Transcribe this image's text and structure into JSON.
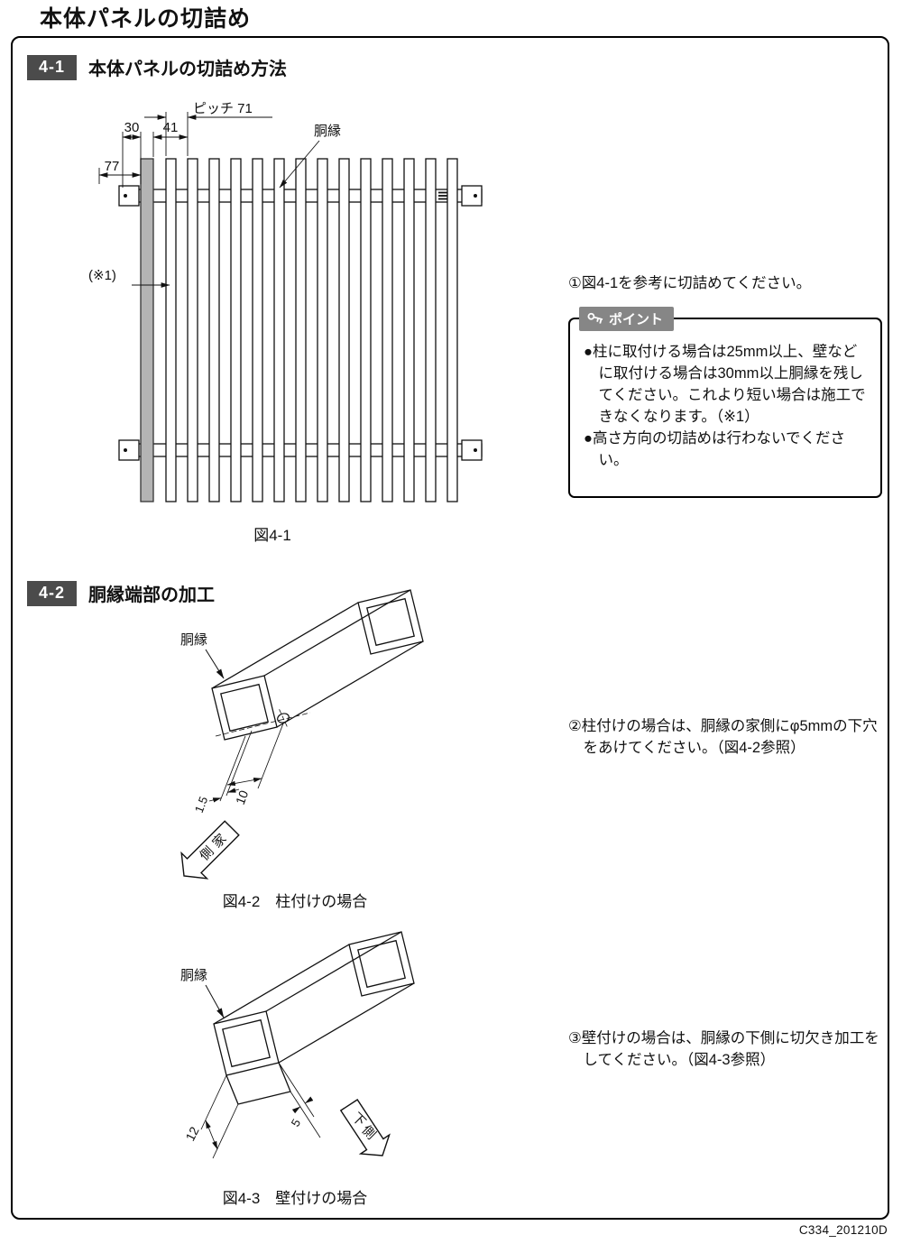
{
  "page": {
    "title": "本体パネルの切詰め",
    "doc_code": "C334_201210D"
  },
  "section_4_1": {
    "number": "4-1",
    "heading": "本体パネルの切詰め方法",
    "figure": {
      "caption": "図4-1",
      "labels": {
        "pitch": "ピッチ 71",
        "dim30": "30",
        "dim41": "41",
        "dim77": "77",
        "note1": "(※1)",
        "rail": "胴縁"
      }
    },
    "step1": "①図4-1を参考に切詰めてください。",
    "point": {
      "title": "ポイント",
      "items": [
        "●柱に取付ける場合は25mm以上、壁などに取付ける場合は30mm以上胴縁を残してください。これより短い場合は施工できなくなります。（※1）",
        "●高さ方向の切詰めは行わないでください。"
      ]
    }
  },
  "section_4_2": {
    "number": "4-2",
    "heading": "胴縁端部の加工",
    "fig42": {
      "caption": "図4-2　柱付けの場合",
      "rail": "胴縁",
      "dim15": "1.5",
      "dim10": "10",
      "arrow_label": "家側"
    },
    "step2": "②柱付けの場合は、胴縁の家側にφ5mmの下穴をあけてください。（図4-2参照）",
    "fig43": {
      "caption": "図4-3　壁付けの場合",
      "rail": "胴縁",
      "dim12": "12",
      "dim5": "5",
      "arrow_label": "下側"
    },
    "step3": "③壁付けの場合は、胴縁の下側に切欠き加工をしてください。（図4-3参照）"
  }
}
